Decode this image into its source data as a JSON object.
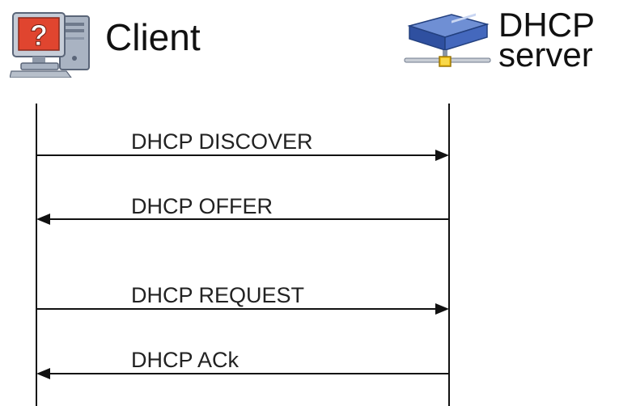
{
  "actors": {
    "client": {
      "label": "Client",
      "icon": "computer-question-icon"
    },
    "server": {
      "label_line1": "DHCP",
      "label_line2": "server",
      "icon": "network-server-icon"
    }
  },
  "messages": [
    {
      "label": "DHCP DISCOVER",
      "direction": "client-to-server"
    },
    {
      "label": "DHCP OFFER",
      "direction": "server-to-client"
    },
    {
      "label": "DHCP REQUEST",
      "direction": "client-to-server"
    },
    {
      "label": "DHCP ACk",
      "direction": "server-to-client"
    }
  ],
  "colors": {
    "line": "#111111",
    "monitor_body": "#b7bfca",
    "monitor_screen": "#e0452f",
    "server_body": "#3a5fb0",
    "server_connector": "#f2c21a"
  }
}
